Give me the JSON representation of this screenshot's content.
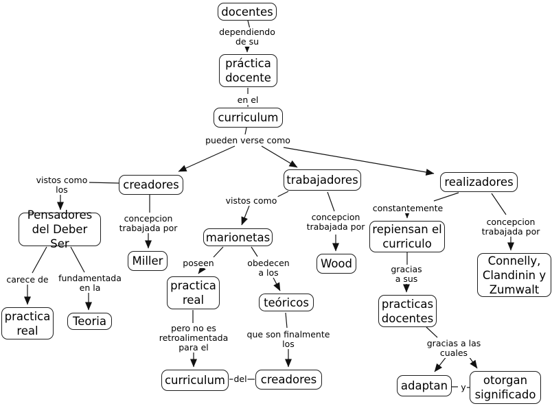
{
  "diagram": {
    "title": "mapa conceptual docentes",
    "colors": {
      "background": "#ffffff",
      "node_fill": "#ffffff",
      "node_border": "#1c1c1c",
      "line": "#111111",
      "text": "#000000"
    },
    "concepts": {
      "docentes": "docentes",
      "practica_docente": "práctica\ndocente",
      "curriculum_sup": "curriculum",
      "creadores_sup": "creadores",
      "trabajadores": "trabajadores",
      "realizadores": "realizadores",
      "pensadores": "Pensadores\ndel Deber Ser",
      "miller": "Miller",
      "marionetas": "marionetas",
      "wood": "Wood",
      "repiensan": "repiensan el\ncurriculo",
      "connelly": "Connelly,\nClandinin y\nZumwalt",
      "practica_real_izq": "practica\nreal",
      "teoria": "Teoria",
      "practica_real_med": "practica\nreal",
      "teoricos": "teóricos",
      "practicas_docentes": "practicas\ndocentes",
      "curriculum_inf": "curriculum",
      "creadores_inf": "creadores",
      "adaptan": "adaptan",
      "otorgan_significado": "otorgan\nsignificado"
    },
    "linking_phrases": {
      "dependiendo_de_su": "dependiendo\nde su",
      "en_el": "en el",
      "pueden_verse_como": "pueden verse como",
      "vistos_como_los": "vistos como\nlos",
      "concepcion_trabajada_por_1": "concepcion\ntrabajada por",
      "vistos_como": "vistos como",
      "concepcion_trabajada_por_2": "concepcion\ntrabajada por",
      "constantemente": "constantemente",
      "concepcion_trabajada_por_3": "concepcion\ntrabajada por",
      "carece_de": "carece de",
      "fundamentada_en_la": "fundamentada\nen la",
      "poseen": "poseen",
      "obedecen_a_los": "obedecen\na los",
      "pero_no_es": "pero no es\nretroalimentada\npara el",
      "que_son_finalmente_los": "que son finalmente\nlos",
      "gracias_a_sus": "gracias\na sus",
      "gracias_a_las_cuales": "gracias a las\ncuales",
      "del": "del",
      "y": "y"
    }
  }
}
